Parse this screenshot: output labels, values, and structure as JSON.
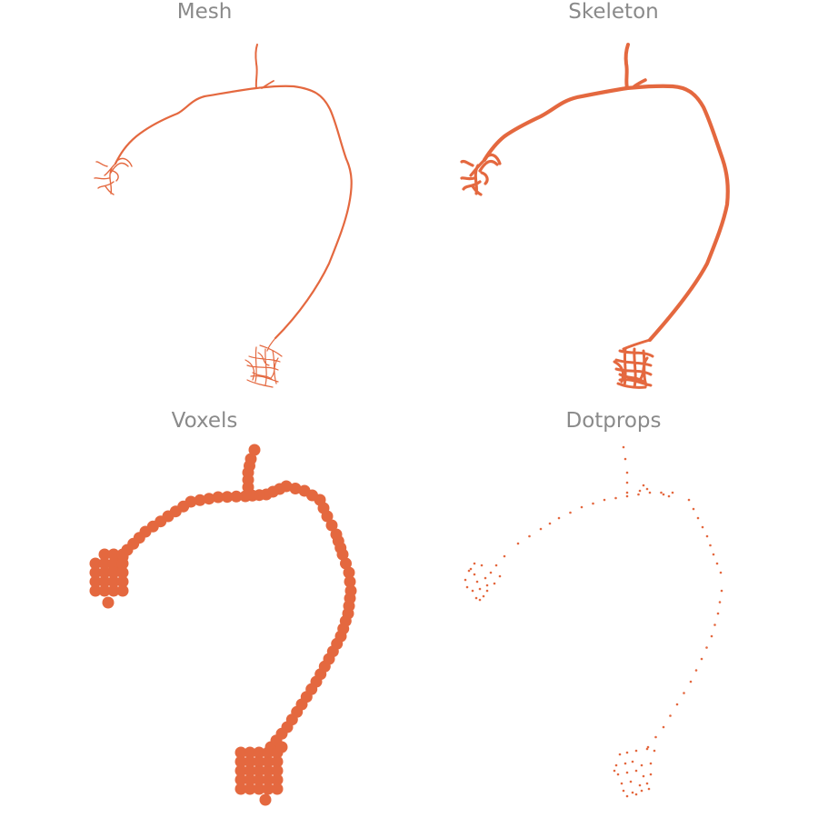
{
  "panels": {
    "mesh": {
      "title": "Mesh"
    },
    "skeleton": {
      "title": "Skeleton"
    },
    "voxels": {
      "title": "Voxels"
    },
    "dotprops": {
      "title": "Dotprops"
    }
  },
  "colors": {
    "neuron": "#e4683f",
    "title": "#8a8a8a",
    "background": "#ffffff"
  }
}
